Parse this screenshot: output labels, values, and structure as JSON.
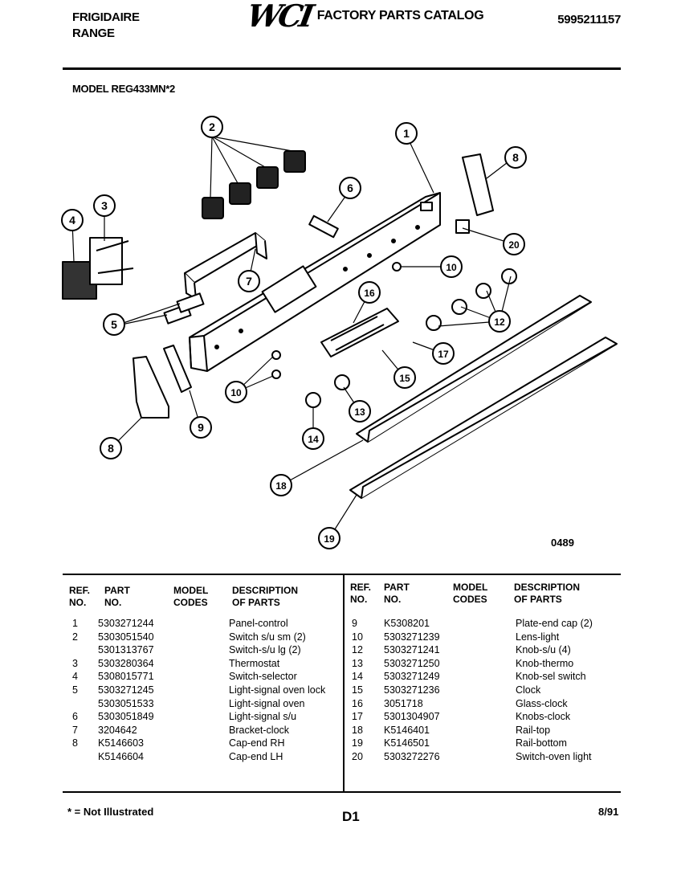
{
  "header": {
    "brand_line1": "FRIGIDAIRE",
    "brand_line2": "RANGE",
    "logo": "WCI",
    "catalog_title": "FACTORY PARTS CATALOG",
    "catalog_number": "5995211157"
  },
  "model": "MODEL REG433MN*2",
  "diagram": {
    "code": "0489",
    "callouts": [
      "1",
      "2",
      "3",
      "4",
      "5",
      "6",
      "7",
      "8",
      "8",
      "9",
      "10",
      "10",
      "12",
      "13",
      "14",
      "15",
      "16",
      "17",
      "18",
      "19",
      "20"
    ]
  },
  "table": {
    "headers": {
      "ref": "REF.",
      "ref2": "NO.",
      "part": "PART",
      "part2": "NO.",
      "model": "MODEL",
      "model2": "CODES",
      "desc": "DESCRIPTION",
      "desc2": "OF PARTS"
    },
    "left_rows": [
      {
        "ref": "1",
        "part": "5303271244",
        "desc": "Panel-control"
      },
      {
        "ref": "2",
        "part": "5303051540",
        "desc": "Switch s/u sm (2)"
      },
      {
        "ref": "",
        "part": "5301313767",
        "desc": "Switch-s/u lg (2)"
      },
      {
        "ref": "3",
        "part": "5303280364",
        "desc": "Thermostat"
      },
      {
        "ref": "4",
        "part": "5308015771",
        "desc": "Switch-selector"
      },
      {
        "ref": "5",
        "part": "5303271245",
        "desc": "Light-signal oven lock"
      },
      {
        "ref": "",
        "part": "5303051533",
        "desc": "Light-signal oven"
      },
      {
        "ref": "6",
        "part": "5303051849",
        "desc": "Light-signal s/u"
      },
      {
        "ref": "7",
        "part": "3204642",
        "desc": "Bracket-clock"
      },
      {
        "ref": "8",
        "part": "K5146603",
        "desc": "Cap-end RH"
      },
      {
        "ref": "",
        "part": "K5146604",
        "desc": "Cap-end LH"
      }
    ],
    "right_rows": [
      {
        "ref": "9",
        "part": "K5308201",
        "desc": "Plate-end cap (2)"
      },
      {
        "ref": "10",
        "part": "5303271239",
        "desc": "Lens-light"
      },
      {
        "ref": "12",
        "part": "5303271241",
        "desc": "Knob-s/u (4)"
      },
      {
        "ref": "13",
        "part": "5303271250",
        "desc": "Knob-thermo"
      },
      {
        "ref": "14",
        "part": "5303271249",
        "desc": "Knob-sel switch"
      },
      {
        "ref": "15",
        "part": "5303271236",
        "desc": "Clock"
      },
      {
        "ref": "16",
        "part": "3051718",
        "desc": "Glass-clock"
      },
      {
        "ref": "17",
        "part": "5301304907",
        "desc": "Knobs-clock"
      },
      {
        "ref": "18",
        "part": "K5146401",
        "desc": "Rail-top"
      },
      {
        "ref": "19",
        "part": "K5146501",
        "desc": "Rail-bottom"
      },
      {
        "ref": "20",
        "part": "5303272276",
        "desc": "Switch-oven light"
      }
    ]
  },
  "footer": {
    "footnote": "* = Not Illustrated",
    "page_code": "D1",
    "date": "8/91"
  }
}
